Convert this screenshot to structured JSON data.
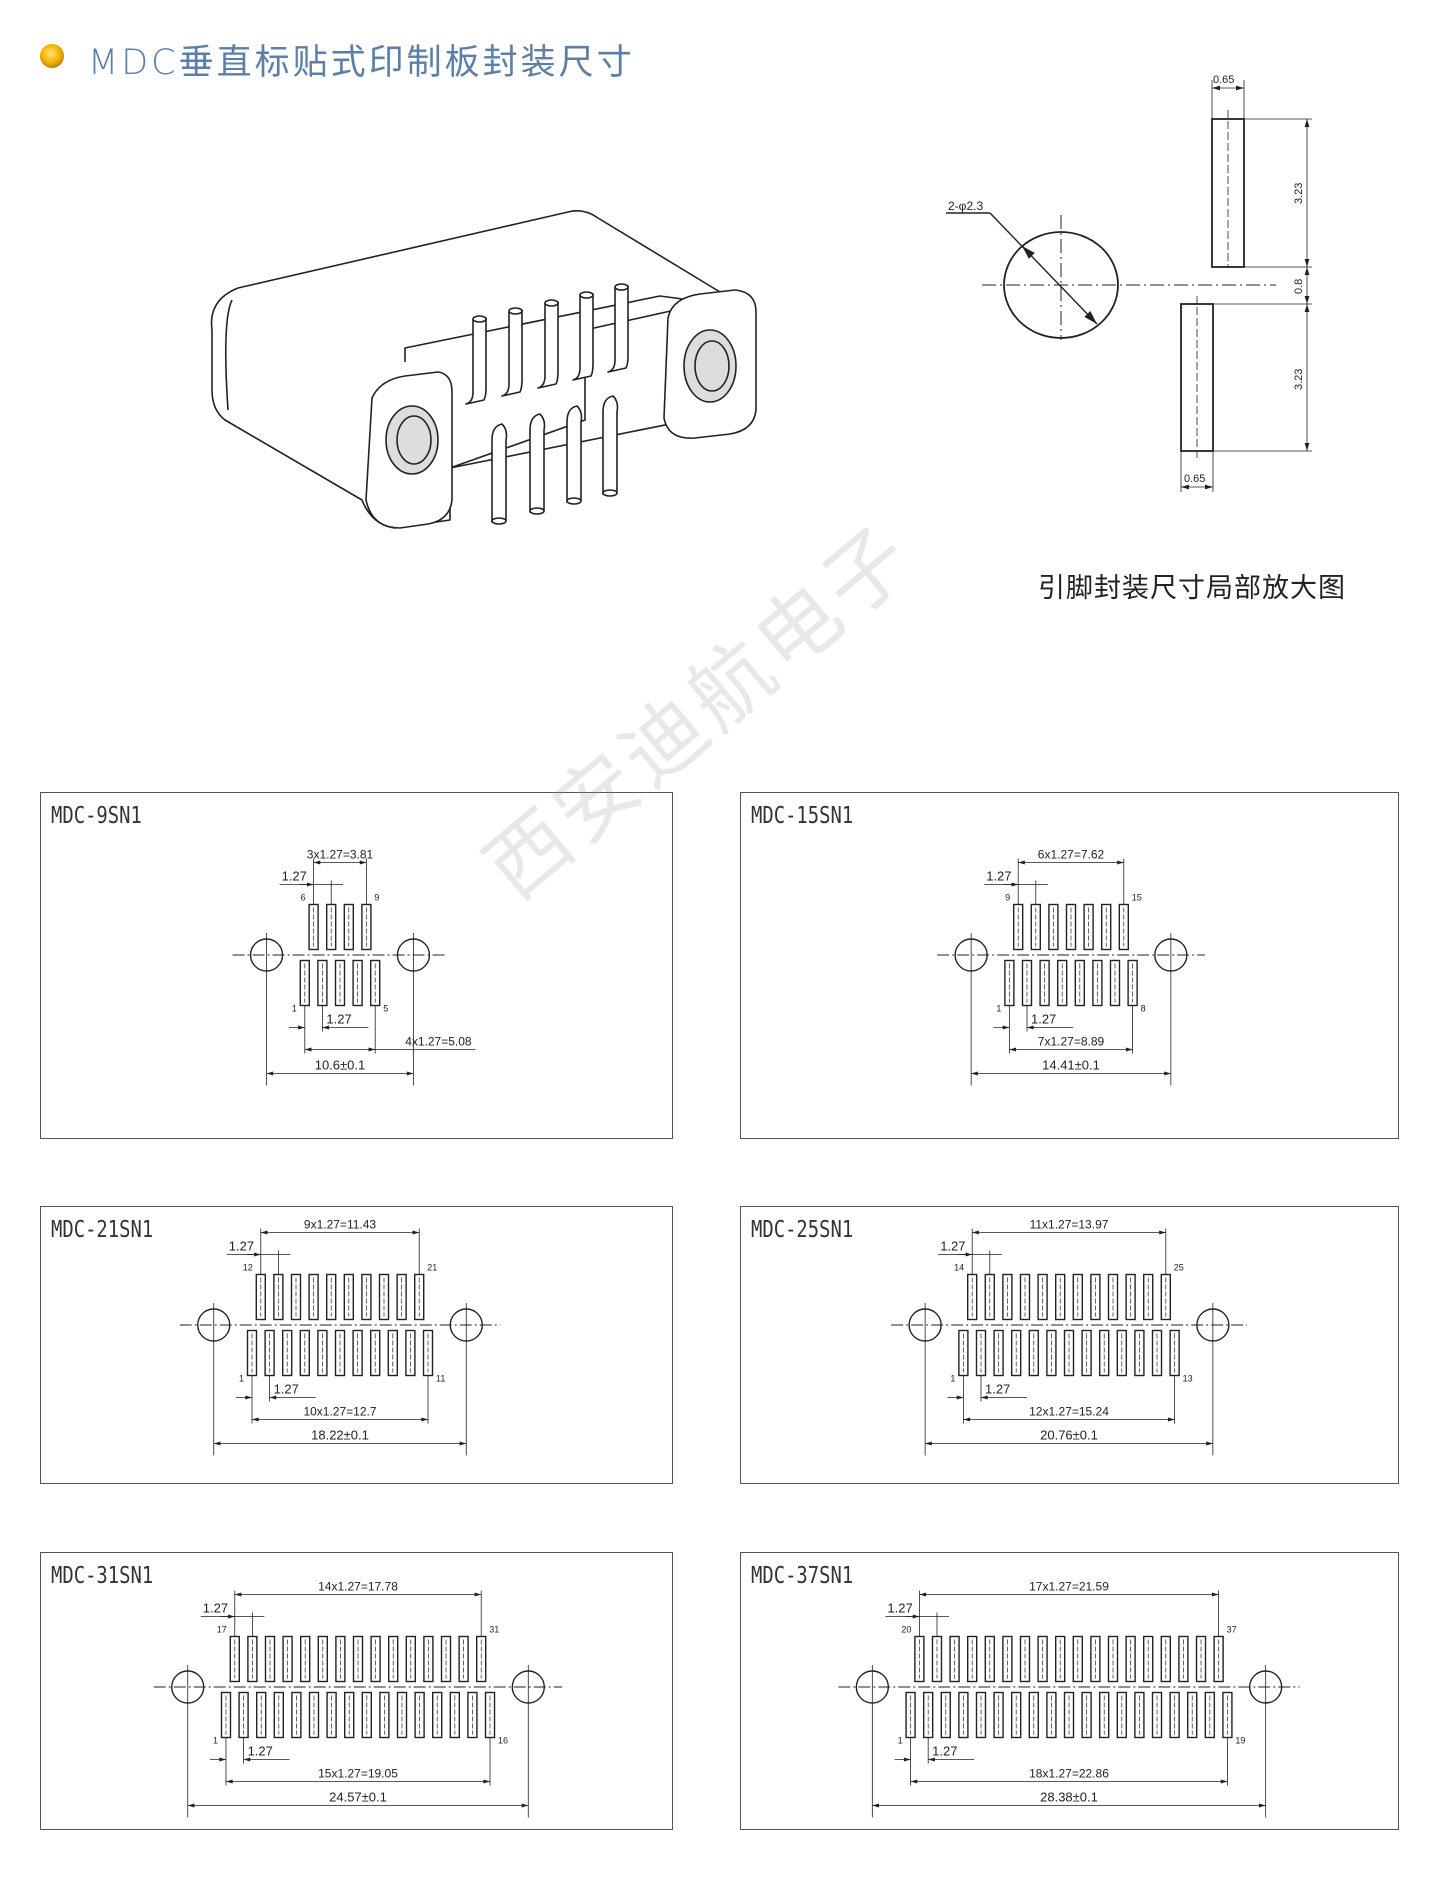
{
  "header": {
    "title": "MDC垂直标贴式印制板封装尺寸",
    "bullet_icon": "orange-bullet-icon"
  },
  "detail": {
    "hole_label": "2-φ2.3",
    "pin_width_top": "0.65",
    "pin_width_bottom": "0.65",
    "pin_length_top": "3.23",
    "pin_gap": "0.8",
    "pin_length_bottom": "3.23",
    "caption": "引脚封装尺寸局部放大图"
  },
  "watermark": "西安迪航电子",
  "panels": [
    {
      "title": "MDC-9SN1",
      "top_pins": 4,
      "bottom_pins": 5,
      "hole_spacing_mm": 10.6,
      "top_span": "3x1.27=3.81",
      "top_pitch": "1.27",
      "bottom_pitch": "1.27",
      "bottom_span": "4x1.27=5.08",
      "hole_span": "10.6±0.1",
      "pin_labels": {
        "top_first": "6",
        "top_last": "9",
        "bottom_first": "1",
        "bottom_last": "5"
      }
    },
    {
      "title": "MDC-15SN1",
      "top_pins": 7,
      "bottom_pins": 8,
      "hole_spacing_mm": 14.41,
      "top_span": "6x1.27=7.62",
      "top_pitch": "1.27",
      "bottom_pitch": "1.27",
      "bottom_span": "7x1.27=8.89",
      "hole_span": "14.41±0.1",
      "pin_labels": {
        "top_first": "9",
        "top_last": "15",
        "bottom_first": "1",
        "bottom_last": "8"
      }
    },
    {
      "title": "MDC-21SN1",
      "top_pins": 10,
      "bottom_pins": 11,
      "hole_spacing_mm": 18.22,
      "top_span": "9x1.27=11.43",
      "top_pitch": "1.27",
      "bottom_pitch": "1.27",
      "bottom_span": "10x1.27=12.7",
      "hole_span": "18.22±0.1",
      "pin_labels": {
        "top_first": "12",
        "top_last": "21",
        "bottom_first": "1",
        "bottom_last": "11"
      }
    },
    {
      "title": "MDC-25SN1",
      "top_pins": 12,
      "bottom_pins": 13,
      "hole_spacing_mm": 20.76,
      "top_span": "11x1.27=13.97",
      "top_pitch": "1.27",
      "bottom_pitch": "1.27",
      "bottom_span": "12x1.27=15.24",
      "hole_span": "20.76±0.1",
      "pin_labels": {
        "top_first": "14",
        "top_last": "25",
        "bottom_first": "1",
        "bottom_last": "13"
      }
    },
    {
      "title": "MDC-31SN1",
      "top_pins": 15,
      "bottom_pins": 16,
      "hole_spacing_mm": 24.57,
      "top_span": "14x1.27=17.78",
      "top_pitch": "1.27",
      "bottom_pitch": "1.27",
      "bottom_span": "15x1.27=19.05",
      "hole_span": "24.57±0.1",
      "pin_labels": {
        "top_first": "17",
        "top_last": "31",
        "bottom_first": "1",
        "bottom_last": "16"
      }
    },
    {
      "title": "MDC-37SN1",
      "top_pins": 18,
      "bottom_pins": 19,
      "hole_spacing_mm": 28.38,
      "top_span": "17x1.27=21.59",
      "top_pitch": "1.27",
      "bottom_pitch": "1.27",
      "bottom_span": "18x1.27=22.86",
      "hole_span": "28.38±0.1",
      "pin_labels": {
        "top_first": "20",
        "top_last": "37",
        "bottom_first": "1",
        "bottom_last": "19"
      }
    }
  ]
}
